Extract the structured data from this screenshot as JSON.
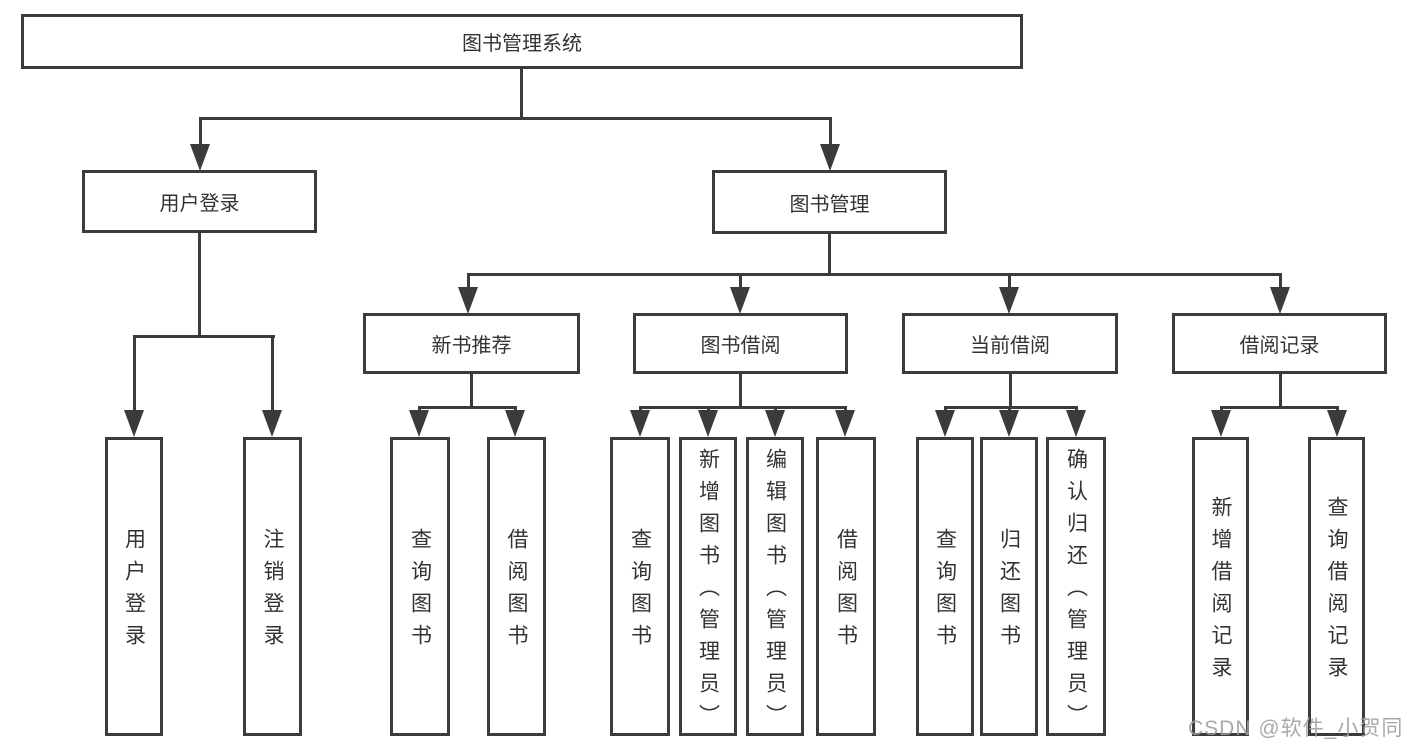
{
  "diagram": {
    "title": "图书管理系统",
    "branches": [
      {
        "label": "用户登录",
        "children": [
          {
            "label": "用户登录"
          },
          {
            "label": "注销登录"
          }
        ]
      },
      {
        "label": "图书管理",
        "children": [
          {
            "label": "新书推荐",
            "children": [
              {
                "label": "查询图书"
              },
              {
                "label": "借阅图书"
              }
            ]
          },
          {
            "label": "图书借阅",
            "children": [
              {
                "label": "查询图书"
              },
              {
                "label": "新增图书（管理员）"
              },
              {
                "label": "编辑图书（管理员）"
              },
              {
                "label": "借阅图书"
              }
            ]
          },
          {
            "label": "当前借阅",
            "children": [
              {
                "label": "查询图书"
              },
              {
                "label": "归还图书"
              },
              {
                "label": "确认归还（管理员）"
              }
            ]
          },
          {
            "label": "借阅记录",
            "children": [
              {
                "label": "新增借阅记录"
              },
              {
                "label": "查询借阅记录"
              }
            ]
          }
        ]
      }
    ]
  },
  "watermark": {
    "text": "CSDN @软件_小贺同学",
    "color": "#9e9ea6"
  },
  "colors": {
    "line": "#3b3b3b",
    "text": "#333333",
    "background": "#ffffff"
  }
}
